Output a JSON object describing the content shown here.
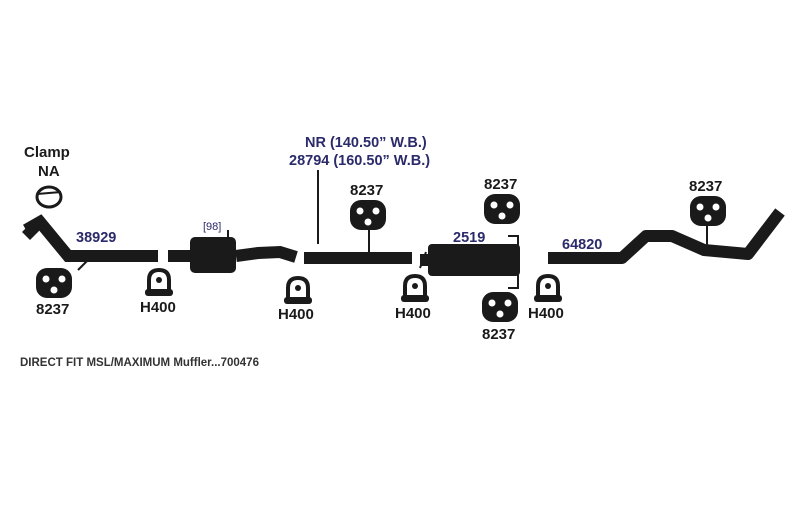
{
  "clamp": {
    "title": "Clamp",
    "part": "NA"
  },
  "parts": {
    "tail_left": "38929",
    "middle": "[98]",
    "nr_note": "NR (140.50” W.B.)",
    "pipe_alt": "28794 (160.50” W.B.)",
    "muffler": "2519",
    "tailpipe": "64820"
  },
  "hangers": {
    "h1": "H400",
    "h2": "H400",
    "h3": "H400",
    "h4": "H400"
  },
  "isolators": {
    "i_left": "8237",
    "i_pipe": "8237",
    "i_muffler_top": "8237",
    "i_muffler_bottom": "8237",
    "i_tail": "8237"
  },
  "footer": "DIRECT FIT MSL/MAXIMUM Muffler...700476"
}
